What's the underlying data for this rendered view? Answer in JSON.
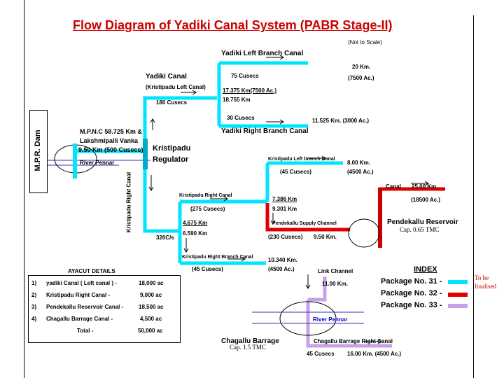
{
  "title": "Flow Diagram of Yadiki Canal System (PABR Stage-II)",
  "scale_note": "(Not to Scale)",
  "colors": {
    "package31": "#00e5ff",
    "package32": "#e00000",
    "package33": "#c8a0e8",
    "river": "#3333aa",
    "title": "#cc0000"
  },
  "mpr_dam": "M.P.R. Dam",
  "mpnc": {
    "line1": "M.P.N.C 58.725 Km &",
    "line2": "Lakshmipalli Vanka",
    "line3": "9.50 Km (500 Cusecs)"
  },
  "river_pennar_1": "River Pennar",
  "river_pennar_2": "River Pennar",
  "kristipadu_regulator": {
    "line1": "Kristipadu",
    "line2": "Regulator"
  },
  "kristipadu_right_canal_vertical": "Kristipadu Right Canal",
  "yadiki_canal": {
    "name": "Yadiki Canal",
    "sub": "(Kristipadu Left Canal)",
    "cusecs": "180 Cusecs"
  },
  "yadiki_left_branch": {
    "name": "Yadiki Left Branch Canal",
    "cusecs": "75 Cusecs",
    "km_a": "17.375 Km(7500 Ac.)",
    "km_b": "18.755 Km",
    "end_km": "20 Km.",
    "end_ac": "(7500 Ac.)"
  },
  "yadiki_right_branch": {
    "name": "Yadiki Right Branch Canal",
    "cusecs": "30 Cusecs",
    "end": "11.525 Km. (3000 Ac.)"
  },
  "kristipadu_left_branch": {
    "name": "Kristipadu Left branch Canal",
    "cusecs": "(45 Cusecs)",
    "km": "8.00 Km.",
    "ac": "(4500 Ac.)"
  },
  "kristipadu_right_canal": {
    "name": "Kristipadu Right Canal",
    "cusecs": "(275 Cusecs)",
    "km_a": "4.675 Km",
    "km_b": "6.590 Km",
    "c320": "320C/s"
  },
  "pendekallu_supply": {
    "km_a": "7.386 Km",
    "km_b": "9.301 Km",
    "name": "Pendekallu Supply Channel",
    "cusecs": "(230 Cusecs)",
    "km_c": "9.50 Km."
  },
  "canal_top": {
    "label": "Canal",
    "km": "25.00 Km.",
    "ac": "(18500 Ac.)"
  },
  "pendekallu_reservoir": {
    "name": "Pendekallu Reservoir",
    "cap": "Cap. 0.65 TMC"
  },
  "kristipadu_right_branch": {
    "name": "Kristipadu Right Branch Canal",
    "cusecs": "(45 Cusecs)",
    "km": "10.340 Km.",
    "ac": "(4500 Ac.)"
  },
  "link_channel": {
    "name": "Link Channel",
    "km": "11.00 Km."
  },
  "chagallu_barrage": {
    "name": "Chagallu Barrage",
    "cap": "Cap. 1.5 TMC"
  },
  "chagallu_right_canal": {
    "name": "Chagallu Barrage Right Canal",
    "cusecs": "45 Cusecs",
    "km": "16.00 Km. (4500 Ac.)"
  },
  "index": {
    "title": "INDEX",
    "items": [
      {
        "label": "Package No. 31 -",
        "color": "#00e5ff"
      },
      {
        "label": "Package No. 32 -",
        "color": "#e00000"
      },
      {
        "label": "Package No. 33 -",
        "color": "#c8a0e8"
      }
    ],
    "note_line1": "To be",
    "note_line2": "finalised"
  },
  "ayacut": {
    "title": "AYACUT DETAILS",
    "rows": [
      {
        "no": "1)",
        "name": "yadiki Canal ( Left canal ) -",
        "value": "18,000 ac"
      },
      {
        "no": "2)",
        "name": "Kristipadu Right Canal   -",
        "value": "9,000 ac"
      },
      {
        "no": "3)",
        "name": "Pendekallu Reservoir Canal -",
        "value": "18,500 ac"
      },
      {
        "no": "4)",
        "name": "Chagallu Barrage Canal -",
        "value": "4,500 ac"
      }
    ],
    "total_label": "Total -",
    "total_value": "50,000 ac"
  }
}
